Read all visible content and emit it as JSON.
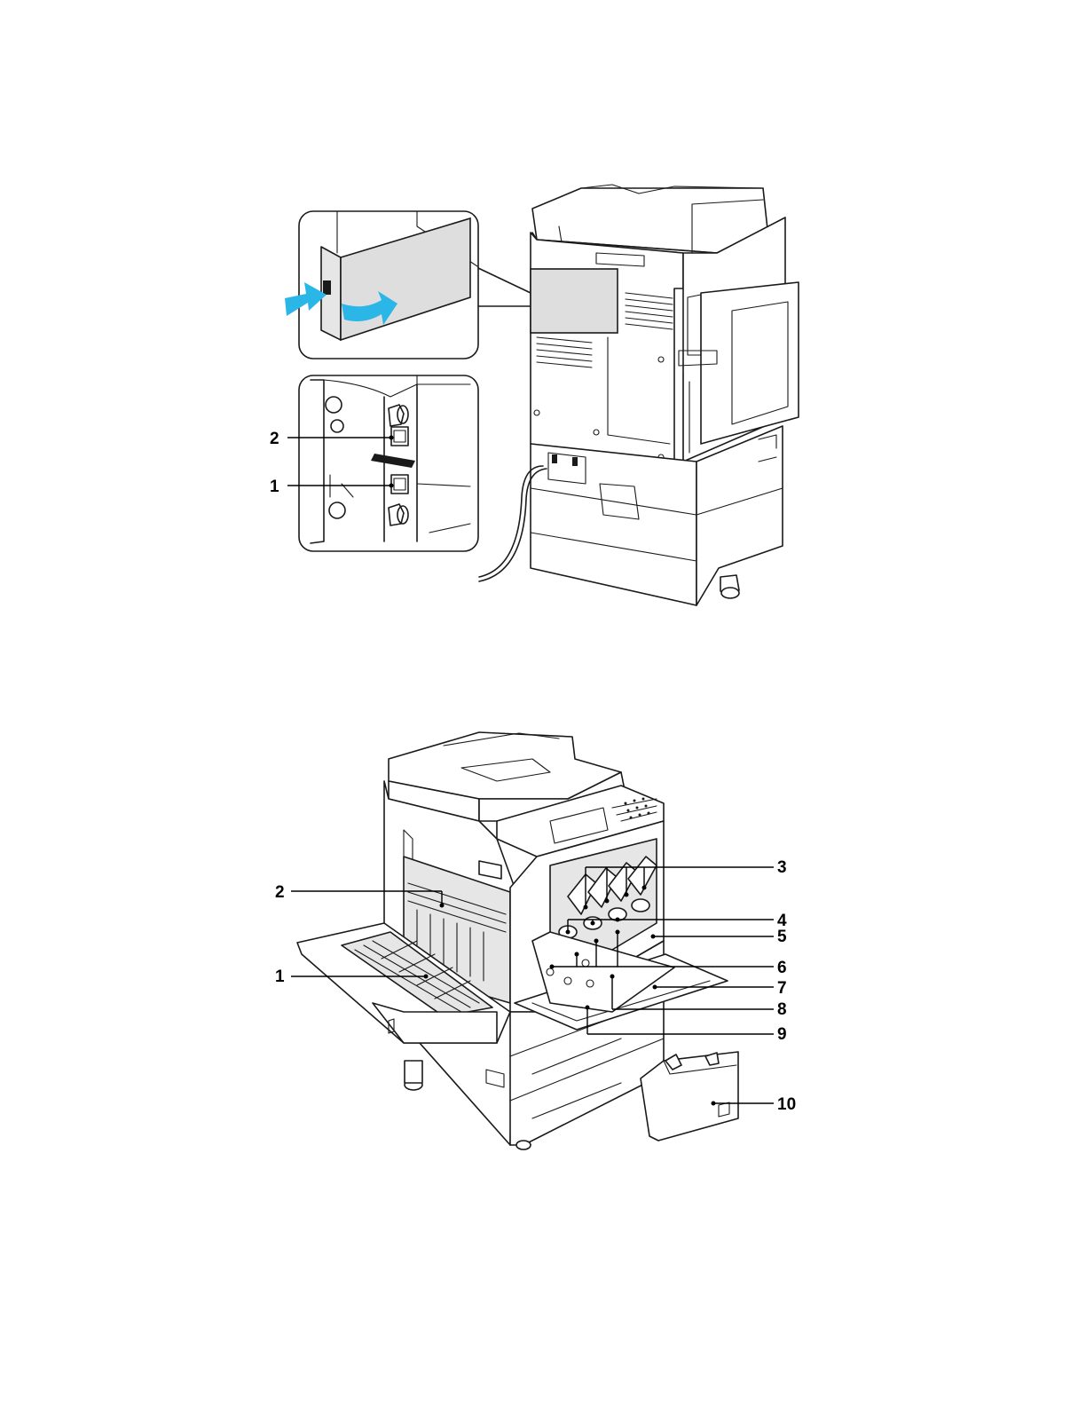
{
  "figure_top": {
    "callouts": [
      {
        "num": "2"
      },
      {
        "num": "1"
      }
    ],
    "arrow_color": "#2bb6e8",
    "highlight_color": "#dedede"
  },
  "figure_bottom": {
    "callouts": [
      {
        "num": "1"
      },
      {
        "num": "2"
      },
      {
        "num": "3"
      },
      {
        "num": "4"
      },
      {
        "num": "5"
      },
      {
        "num": "6"
      },
      {
        "num": "7"
      },
      {
        "num": "8"
      },
      {
        "num": "9"
      },
      {
        "num": "10"
      }
    ]
  }
}
